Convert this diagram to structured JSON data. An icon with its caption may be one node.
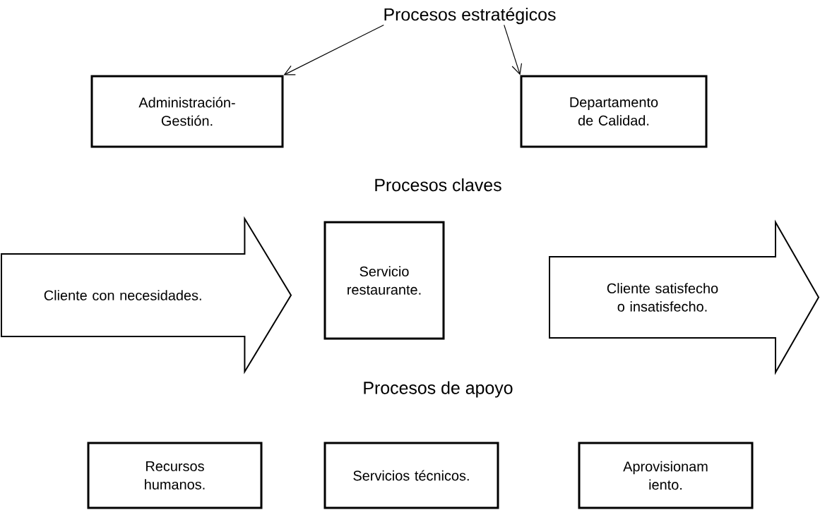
{
  "diagram": {
    "nodes": [
      {
        "text": [
          "Procesos estratégicos"
        ]
      },
      {
        "text": [
          "Administración- Gestión."
        ]
      },
      {
        "text": [
          "Departamento de Calidad."
        ]
      },
      {
        "text": [
          "Cliente con necesidades."
        ]
      },
      {
        "text": [
          "Servicio restaurante."
        ]
      },
      {
        "text": [
          "Cliente satisfecho o insatisfecho."
        ]
      },
      {
        "text": [
          "Recursos humanos."
        ]
      },
      {
        "text": [
          "Servicios técnicos."
        ]
      },
      {
        "text": [
          "Aprovisionam iento."
        ]
      }
    ],
    "edges": [
      {
        "from": 0,
        "to": 1,
        "arrow": "to"
      },
      {
        "from": 0,
        "to": 2,
        "arrow": "to"
      }
    ],
    "labels": [
      "Procesos claves",
      "Procesos de apoyo"
    ]
  }
}
